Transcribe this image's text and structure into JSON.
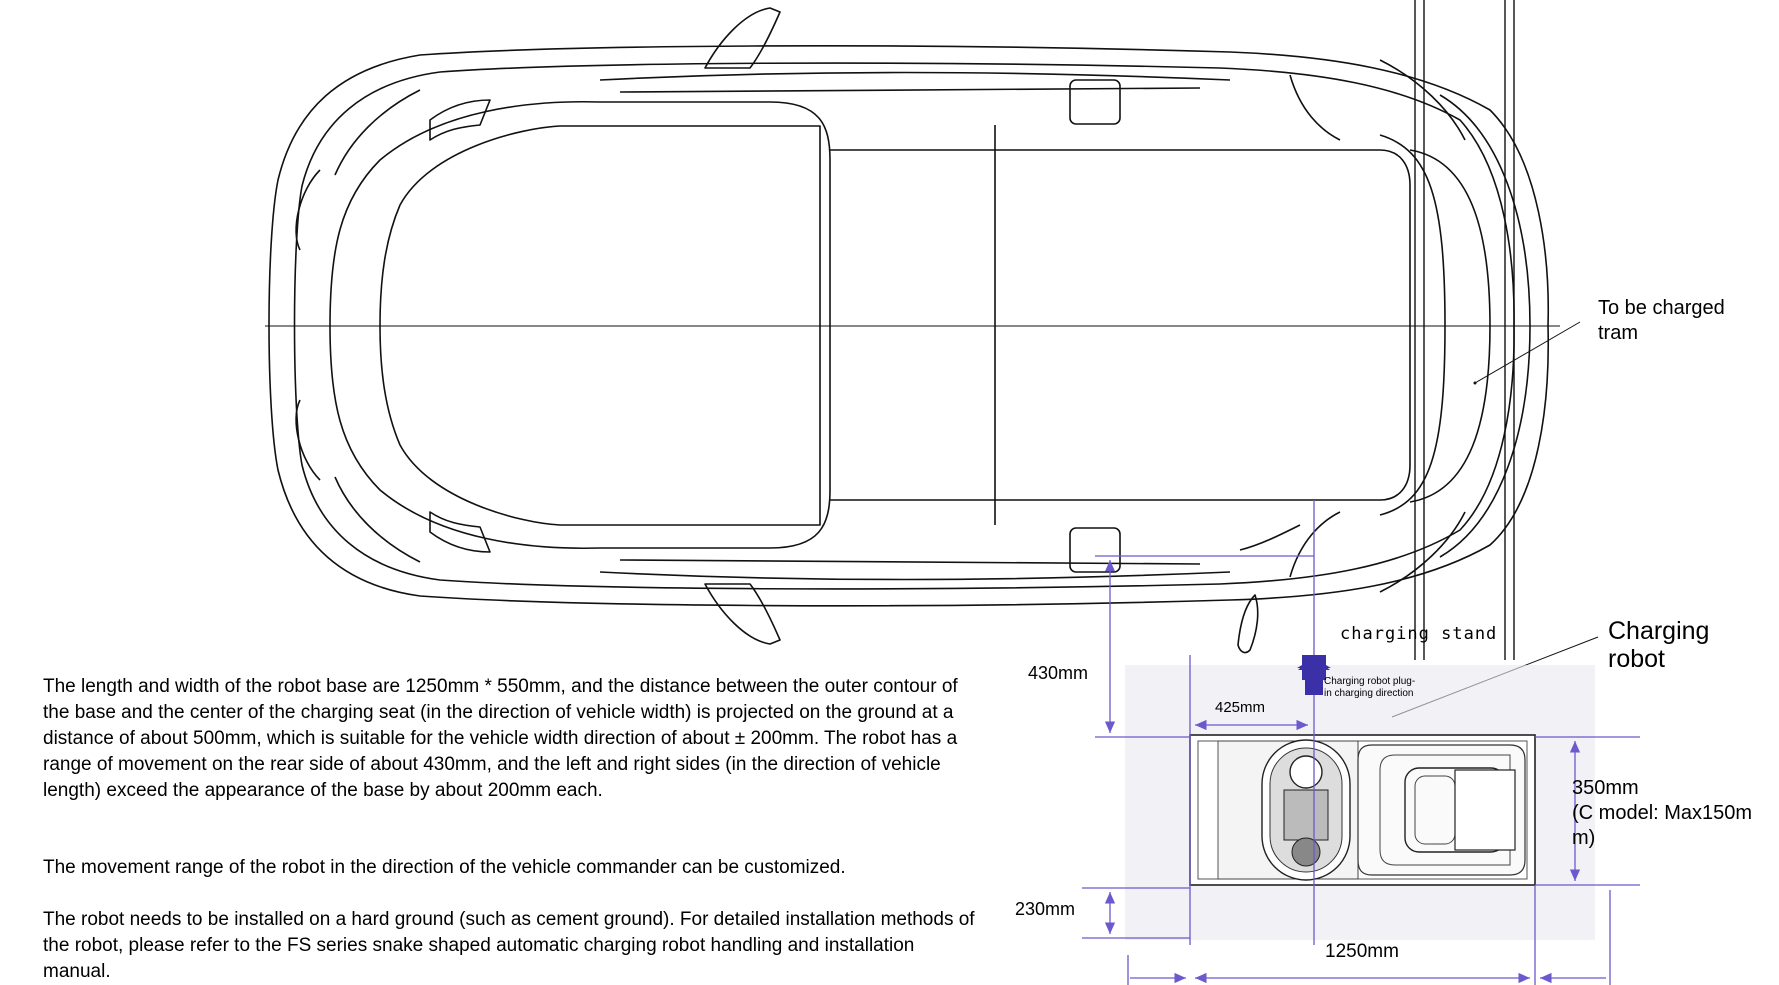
{
  "labels": {
    "tram": [
      "To be charged",
      "tram"
    ],
    "charging_stand": "charging stand",
    "charging_robot": [
      "Charging",
      "robot"
    ],
    "plugin": [
      "Charging robot plug-",
      "in charging direction"
    ]
  },
  "dimensions": {
    "d430": "430mm",
    "d425": "425mm",
    "d350": [
      "350mm",
      "(C model: Max150m",
      "m)"
    ],
    "d230": "230mm",
    "d1250": "1250mm"
  },
  "paragraphs": [
    "The length and width of the robot base are 1250mm * 550mm, and the distance between the outer contour of the base and the center of the charging seat (in the direction of vehicle width) is projected on the ground at a distance of about 500mm, which is suitable for the vehicle width direction of about ± 200mm. The robot has a range of movement on the rear side of about 430mm, and the left and right sides (in the direction of vehicle length) exceed the appearance of the base by about 200mm each.",
    "The movement range of the robot in the direction of the vehicle commander can be customized.",
    "The robot needs to be installed on a hard ground (such as cement ground). For detailed installation methods of the robot, please refer to the FS series snake shaped automatic charging robot handling and installation manual."
  ],
  "colors": {
    "dimension_line": "#6a5acd",
    "arrow": "#3b30a8",
    "outline": "#111111"
  }
}
